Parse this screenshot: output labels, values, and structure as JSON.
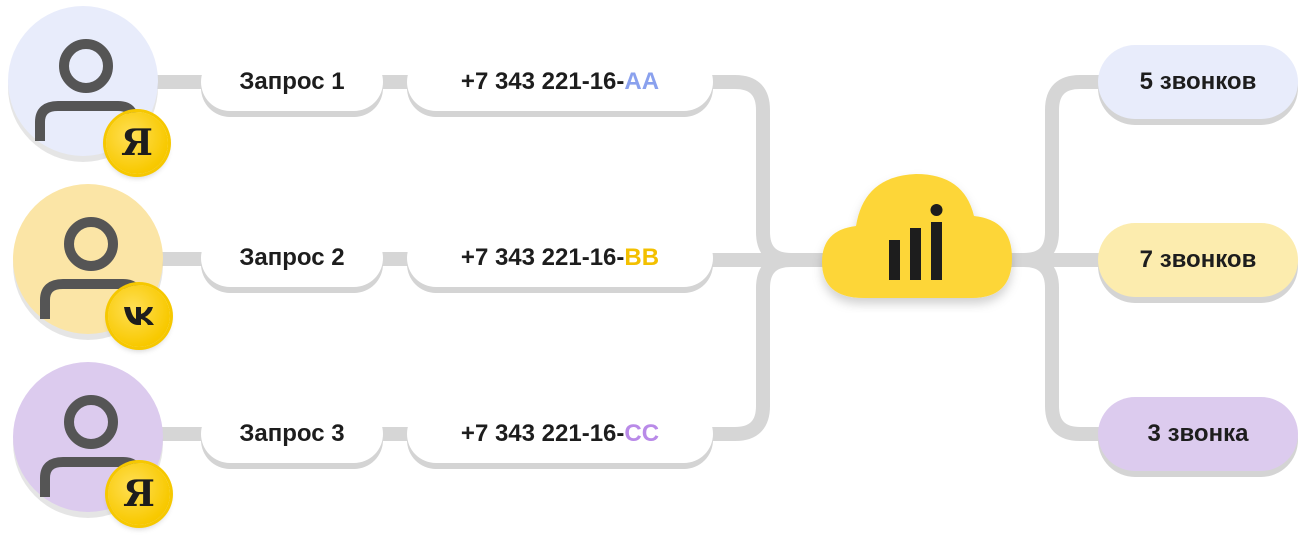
{
  "colors": {
    "connector": "#d6d6d6",
    "cloud": "#fdd638",
    "cloud_icon": "#1d1d1d",
    "lavender": "#e8ecfb",
    "yellow_soft": "#fbe9a8",
    "purple_soft": "#dccbee",
    "suffix_blue": "#8aa1ee",
    "suffix_yellow": "#f3c000",
    "suffix_purple": "#b98ae8"
  },
  "sources": [
    {
      "avatar": {
        "icon": "user-icon",
        "color": "#e8ecfb"
      },
      "badge": {
        "icon": "yandex-icon",
        "glyph": "Я"
      },
      "request_label": "Запрос 1",
      "phone_prefix": "+7 343 221-16-",
      "phone_suffix": "АА",
      "suffix_color": "#8aa1ee"
    },
    {
      "avatar": {
        "icon": "user-icon",
        "color": "#fbe5a6"
      },
      "badge": {
        "icon": "vk-icon",
        "glyph": "vk"
      },
      "request_label": "Запрос 2",
      "phone_prefix": "+7 343 221-16-",
      "phone_suffix": "ВВ",
      "suffix_color": "#f3c000"
    },
    {
      "avatar": {
        "icon": "user-icon",
        "color": "#dccbee"
      },
      "badge": {
        "icon": "yandex-icon",
        "glyph": "Я"
      },
      "request_label": "Запрос 3",
      "phone_prefix": "+7 343 221-16-",
      "phone_suffix": "СС",
      "suffix_color": "#b98ae8"
    }
  ],
  "hub": {
    "icon": "cloud-analytics-icon"
  },
  "results": [
    {
      "label": "5 звонков",
      "color": "#e8ecfb"
    },
    {
      "label": "7 звонков",
      "color": "#fcecae"
    },
    {
      "label": "3 звонка",
      "color": "#dccbee"
    }
  ]
}
